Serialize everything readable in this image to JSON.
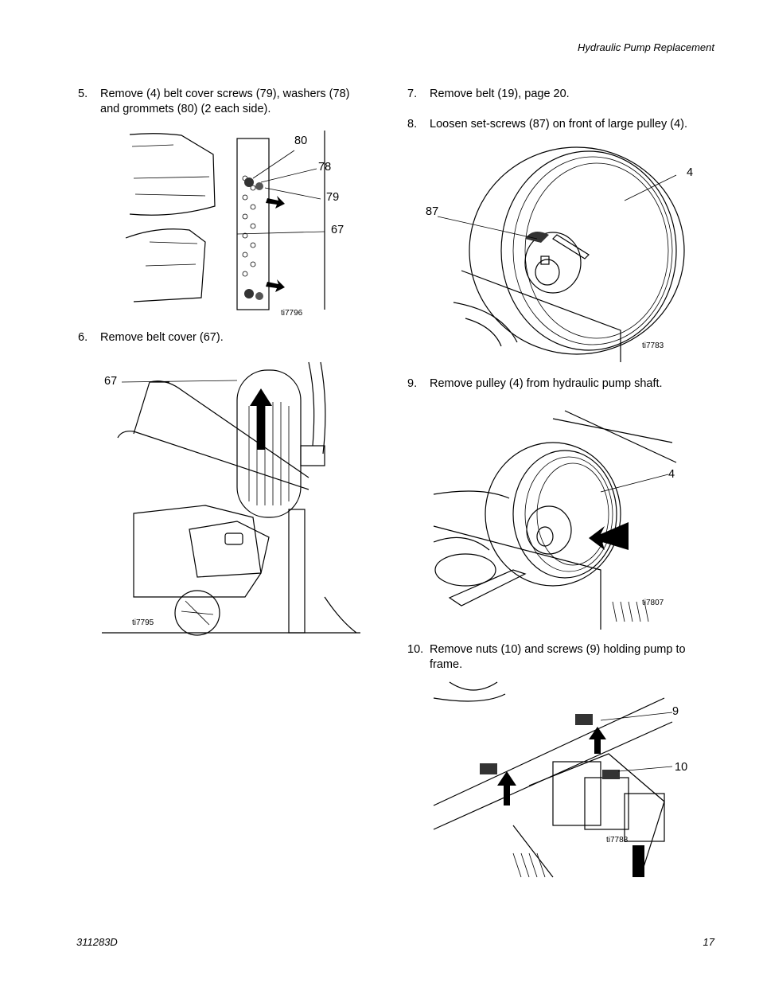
{
  "header": {
    "section_title": "Hydraulic Pump Replacement"
  },
  "footer": {
    "doc_number": "311283D",
    "page_number": "17"
  },
  "steps": [
    {
      "num": "5.",
      "line1": "Remove (4) belt cover screws (79), washers (78)",
      "line2": "and grommets (80) (2 each side)."
    },
    {
      "num": "6.",
      "line1": "Remove belt cover (67)."
    },
    {
      "num": "7.",
      "line1": "Remove belt (19), page 20."
    },
    {
      "num": "8.",
      "line1": "Loosen set-screws (87) on front of large pulley (4)."
    },
    {
      "num": "9.",
      "line1": "Remove pulley (4) from hydraulic pump shaft."
    },
    {
      "num": "10.",
      "line1": "Remove nuts (10) and screws (9) holding pump to",
      "line2": "frame."
    }
  ],
  "figures": [
    {
      "id": "ti7796",
      "callouts": [
        "80",
        "78",
        "79",
        "67"
      ]
    },
    {
      "id": "ti7795",
      "callouts": [
        "67"
      ]
    },
    {
      "id": "ti7783",
      "callouts": [
        "4",
        "87"
      ]
    },
    {
      "id": "ti7807",
      "callouts": [
        "4"
      ]
    },
    {
      "id": "ti7788",
      "callouts": [
        "9",
        "10"
      ]
    }
  ]
}
